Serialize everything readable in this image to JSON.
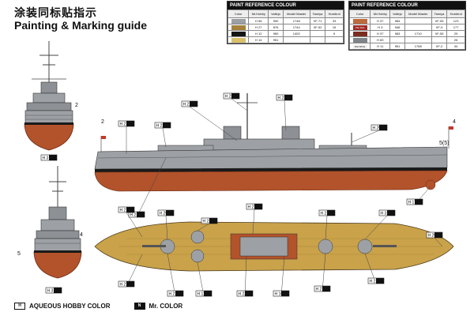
{
  "header": {
    "title_cn": "涂装同标贴指示",
    "title_en": "Painting & Marking guide"
  },
  "paint_tables": [
    {
      "heading": "PAINT  REFERENCE COLOUR",
      "columns": [
        "Color",
        "Mr.Hobby",
        "Vallejo",
        "Model Master",
        "Tamiya",
        "Humbrol"
      ],
      "rows": [
        {
          "swatch": "#9da1a5",
          "swatch_label": "",
          "mrhobby": "H 56",
          "vallejo": "990",
          "master": "1748",
          "tamiya": "XF-71",
          "humbrol": "33"
        },
        {
          "swatch": "#a6823c",
          "swatch_label": "",
          "mrhobby": "H 27",
          "vallejo": "876",
          "master": "1744",
          "tamiya": "XF-52",
          "humbrol": "16"
        },
        {
          "swatch": "#151515",
          "swatch_label": "",
          "mrhobby": "H 12",
          "vallejo": "950",
          "master": "1402",
          "tamiya": "",
          "humbrol": "9"
        },
        {
          "swatch": "#d9c06a",
          "swatch_label": "",
          "mrhobby": "H 14",
          "vallejo": "951",
          "master": "",
          "tamiya": "",
          "humbrol": ""
        }
      ]
    },
    {
      "heading": "PAINT  REFERENCE COLOUR",
      "columns": [
        "Color",
        "Mr.Hobby",
        "Vallejo",
        "Model Master",
        "Tamiya",
        "Humbrol"
      ],
      "rows": [
        {
          "swatch": "#bd6b3e",
          "swatch_label": "",
          "mrhobby": "H 37",
          "vallejo": "984",
          "master": "",
          "tamiya": "XF-55",
          "humbrol": "123"
        },
        {
          "swatch": "#a12a24",
          "swatch_label": "Flat Red",
          "mrhobby": "H 3",
          "vallejo": "946",
          "master": "",
          "tamiya": "XF-9",
          "humbrol": "177"
        },
        {
          "swatch": "#7c2d22",
          "swatch_label": "",
          "mrhobby": "H 37",
          "vallejo": "983",
          "master": "1710",
          "tamiya": "XF-55",
          "humbrol": "29"
        },
        {
          "swatch": "#7f8488",
          "swatch_label": "",
          "mrhobby": "H 83",
          "vallejo": "",
          "master": "",
          "tamiya": "",
          "humbrol": "26"
        },
        {
          "swatch": "#f2f2f2",
          "swatch_label": "Flat White",
          "mrhobby": "H 11",
          "vallejo": "951",
          "master": "1768",
          "tamiya": "XF-2",
          "humbrol": "34"
        }
      ]
    }
  ],
  "callouts": {
    "side_view": [
      "H 21",
      "H 22",
      "H 21",
      "H 22",
      "H 25",
      "H 22",
      "H 17",
      "H 21"
    ],
    "top_view": [
      "H 21",
      "H 29",
      "H 22",
      "H 27",
      "H 21",
      "H 31",
      "H 21",
      "H 21",
      "H 11",
      "H 22",
      "H 16",
      "H 27",
      "H 21",
      "H 25"
    ],
    "side_label_num": "2",
    "stern_flag_num": "4",
    "bow_label": "5(5)",
    "front_view_labels": [
      "2",
      "4",
      "5"
    ],
    "front_chips": [
      "H 3",
      "H 3"
    ]
  },
  "colors": {
    "hull_grey": "#9da1a5",
    "deck_grey": "#7f8488",
    "hull_red": "#b2532b",
    "deck_wood": "#c9a24a",
    "boot_black": "#1a1a1a"
  },
  "footer": {
    "aqueous_box": "H",
    "aqueous_label": "AQUEOUS HOBBY COLOR",
    "mr_box": "N",
    "mr_label": "Mr. COLOR"
  }
}
